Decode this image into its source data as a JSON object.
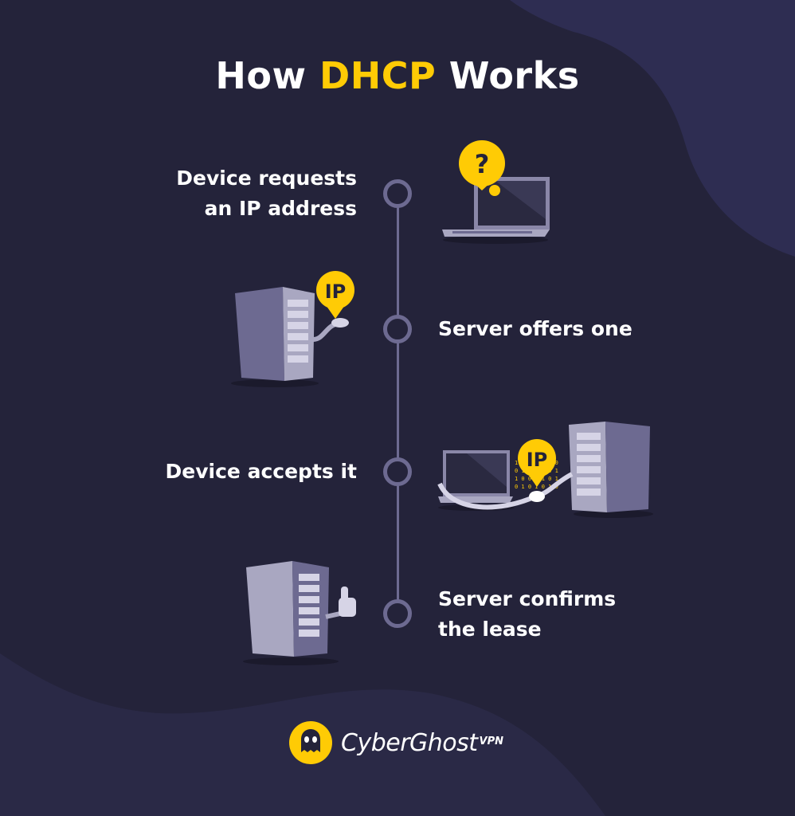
{
  "title": {
    "prefix": "How",
    "highlight": "DHCP",
    "suffix": "Works"
  },
  "steps": [
    {
      "line1": "Device requests",
      "line2": "an IP address"
    },
    {
      "line1": "Server offers one",
      "line2": ""
    },
    {
      "line1": "Device accepts it",
      "line2": ""
    },
    {
      "line1": "Server confirms",
      "line2": "the lease"
    }
  ],
  "badges": {
    "question": "?",
    "ip_1": "IP",
    "ip_2": "IP"
  },
  "brand": {
    "name": "CyberGhost",
    "suffix": "VPN"
  },
  "colors": {
    "background": "#24233a",
    "accent": "#ffcb05",
    "timeline": "#6d6a91",
    "text": "#ffffff"
  },
  "icons": [
    "laptop-icon",
    "question-pin-icon",
    "server-icon",
    "ip-pin-icon",
    "thumbs-up-icon",
    "ghost-logo-icon"
  ]
}
